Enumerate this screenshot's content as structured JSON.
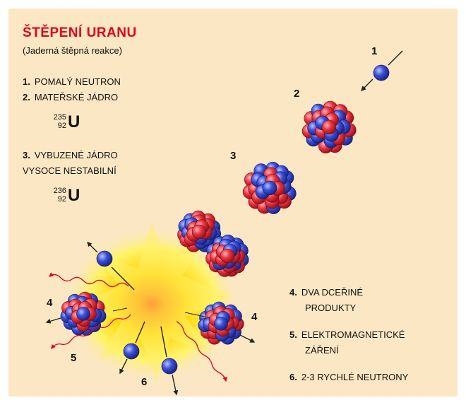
{
  "title": "ŠTĚPENÍ URANU",
  "subtitle": "(Jaderná štěpná reakce)",
  "legend_left": [
    {
      "num": "1.",
      "text": "POMALÝ NEUTRON"
    },
    {
      "num": "2.",
      "text": "MATEŘSKÉ JÁDRO"
    },
    {
      "num": "3.",
      "text": "VYBUZENÉ JÁDRO",
      "text2": "VYSOCE NESTABILNÍ"
    }
  ],
  "isotopes": [
    {
      "mass": "235",
      "atomic": "92",
      "symbol": "U"
    },
    {
      "mass": "236",
      "atomic": "92",
      "symbol": "U"
    }
  ],
  "legend_right": [
    {
      "num": "4.",
      "text": "DVA DCEŘINÉ",
      "text2": "PRODUKTY"
    },
    {
      "num": "5.",
      "text": "ELEKTROMAGNETICKÉ",
      "text2": "ZÁŘENÍ"
    },
    {
      "num": "6.",
      "text": "2-3 RYCHLÉ NEUTRONY"
    }
  ],
  "diagram_labels": [
    "1",
    "2",
    "3",
    "4",
    "4",
    "5",
    "6"
  ],
  "colors": {
    "proton": "#e8353f",
    "neutron": "#3b4fd8",
    "title": "#e3001b",
    "background": "#fbe7c3"
  }
}
